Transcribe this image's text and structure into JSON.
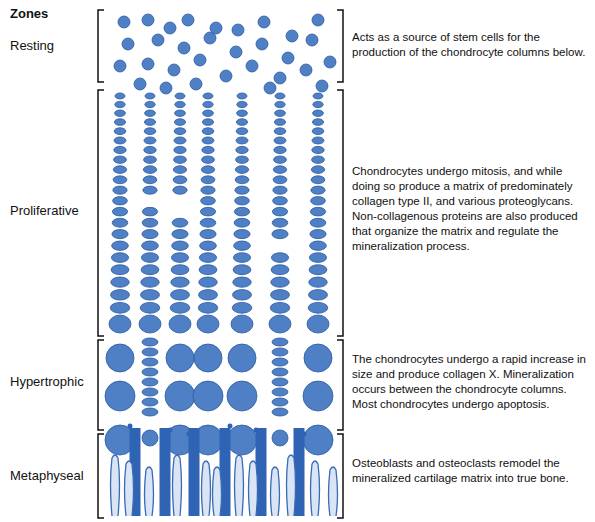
{
  "diagram": {
    "title": "Zones",
    "labels": [
      "Resting",
      "Proliferative",
      "Hypertrophic",
      "Metaphyseal",
      "Acts as a source of stem cells for the production of the chondrocyte columns below.",
      "Chondrocytes undergo mitosis, and while doing so produce a matrix of predominately collagen type II, and various proteoglycans. Non-collagenous proteins are also produced that organize the matrix and regulate the mineralization process.",
      "The chondrocytes undergo a rapid increase in size and produce collagen X. Mineralization occurs between the chondrocyte columns. Most chondrocytes undergo apoptosis.",
      "Osteoblasts and osteoclasts remodel the mineralized cartilage matrix into true bone."
    ]
  }
}
